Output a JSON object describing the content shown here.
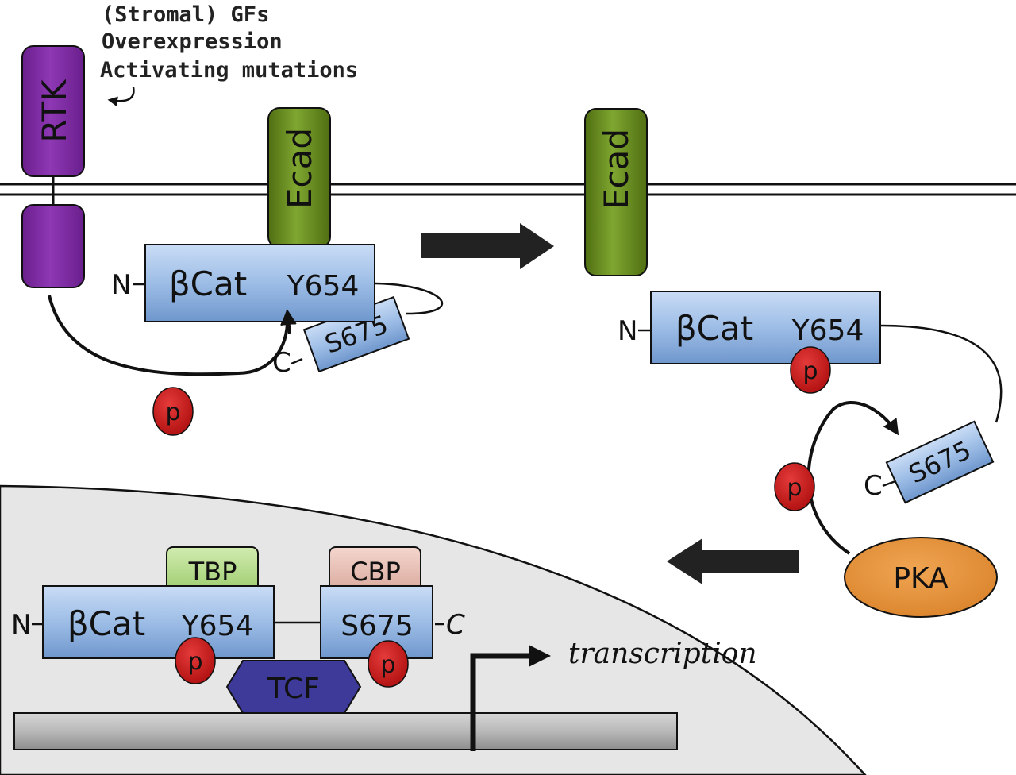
{
  "annotations": {
    "gf_note": [
      "(Stromal) GFs",
      "Overexpression",
      "Activating mutations"
    ]
  },
  "proteins": {
    "rtk": "RTK",
    "ecad": "Ecad",
    "bcat": "βCat",
    "y654": "Y654",
    "s675": "S675",
    "pka": "PKA",
    "tbp": "TBP",
    "cbp": "CBP",
    "tcf": "TCF"
  },
  "termini": {
    "n": "N",
    "c": "C"
  },
  "phospho_label": "p",
  "transcription_label": "transcription",
  "colors": {
    "rtk": "#7d2aa0",
    "ecad": "#6a8e1e",
    "bcat": "#9dbde6",
    "phospho": "#c41818",
    "pka": "#e4923a",
    "tbp": "#b5da8a",
    "cbp": "#e8bcb2",
    "tcf": "#3d3a9a",
    "nucleus": "#e6e6e6",
    "dna": "#b4b4b4"
  }
}
